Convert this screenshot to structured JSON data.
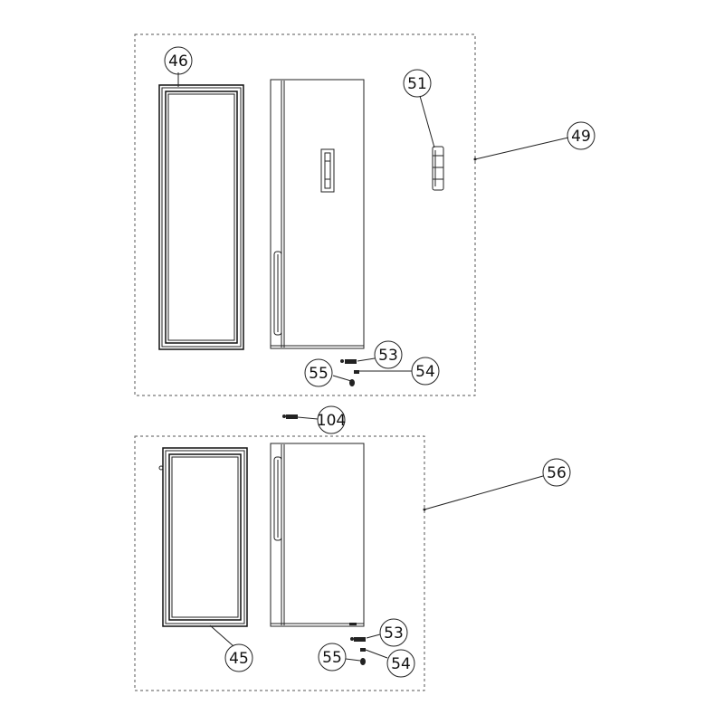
{
  "callouts": {
    "c46": "46",
    "c51": "51",
    "c49": "49",
    "c53_top": "53",
    "c54_top": "54",
    "c55_top": "55",
    "c104": "104",
    "c56": "56",
    "c53_bottom": "53",
    "c54_bottom": "54",
    "c55_bottom": "55",
    "c45": "45"
  },
  "colors": {
    "line": "#111111",
    "dashed_box": "#555555",
    "background": "#ffffff"
  }
}
